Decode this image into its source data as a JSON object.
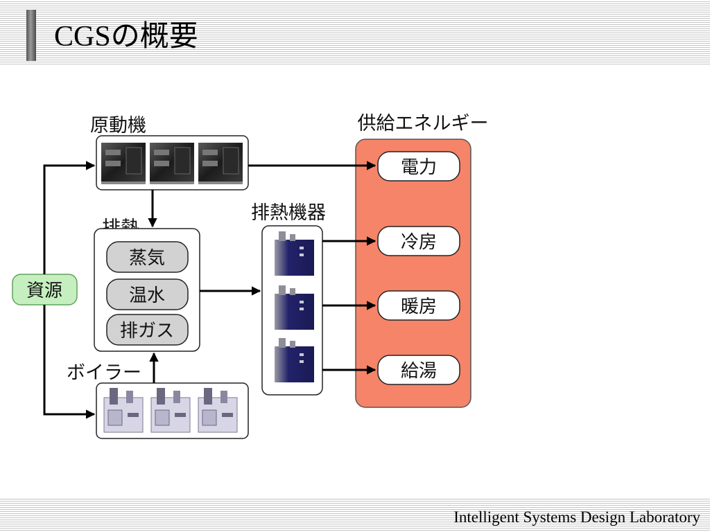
{
  "slide": {
    "title": "CGSの概要",
    "footer": "Intelligent Systems Design Laboratory"
  },
  "diagram": {
    "prime_mover": "原動機",
    "exhaust_heat": "排熱",
    "exhaust_heat_items": [
      "蒸気",
      "温水",
      "排ガス"
    ],
    "boiler": "ボイラー",
    "resources": "資源",
    "exhaust_heat_equipment": "排熱機器",
    "supply_energy": "供給エネルギー",
    "supply_items": [
      "電力",
      "冷房",
      "暖房",
      "給湯"
    ]
  },
  "colors": {
    "supply_panel": "#f58468",
    "resource_fill": "#c6efc0",
    "resource_border": "#5fa35a",
    "heat_item_fill": "#d2d2d2"
  }
}
